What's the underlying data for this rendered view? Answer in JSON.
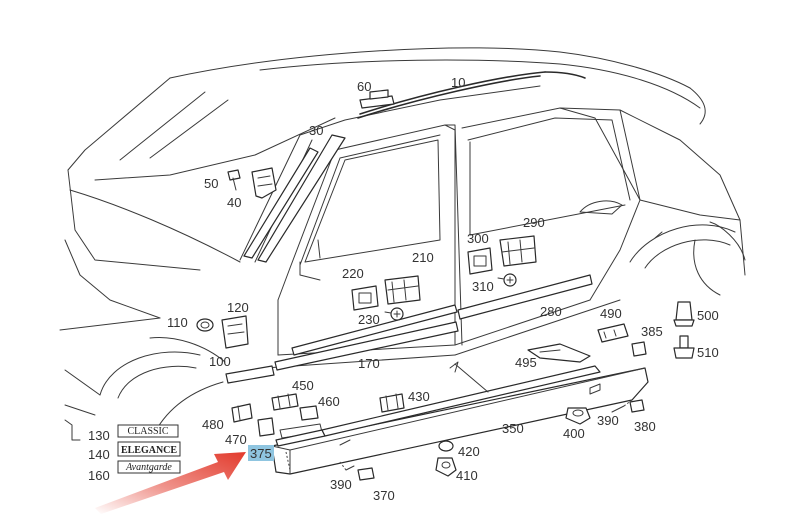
{
  "labels": {
    "p10": "10",
    "p30": "30",
    "p40": "40",
    "p50": "50",
    "p60": "60",
    "p100": "100",
    "p110": "110",
    "p120": "120",
    "p130": "130",
    "p140": "140",
    "p160": "160",
    "p170": "170",
    "p210": "210",
    "p220": "220",
    "p230": "230",
    "p280": "280",
    "p290": "290",
    "p300": "300",
    "p310": "310",
    "p350": "350",
    "p370": "370",
    "p375": "375",
    "p380": "380",
    "p385": "385",
    "p390a": "390",
    "p390b": "390",
    "p400": "400",
    "p410": "410",
    "p420": "420",
    "p430": "430",
    "p450": "450",
    "p460": "460",
    "p470": "470",
    "p480": "480",
    "p490": "490",
    "p495": "495",
    "p500": "500",
    "p510": "510"
  },
  "badges": {
    "classic": "CLASSIC",
    "elegance": "ELEGANCE",
    "avantgarde": "Avantgarde"
  },
  "colors": {
    "highlight": "#8fc5e0",
    "arrow": "#e23a2c",
    "line": "#3a3a3a"
  }
}
